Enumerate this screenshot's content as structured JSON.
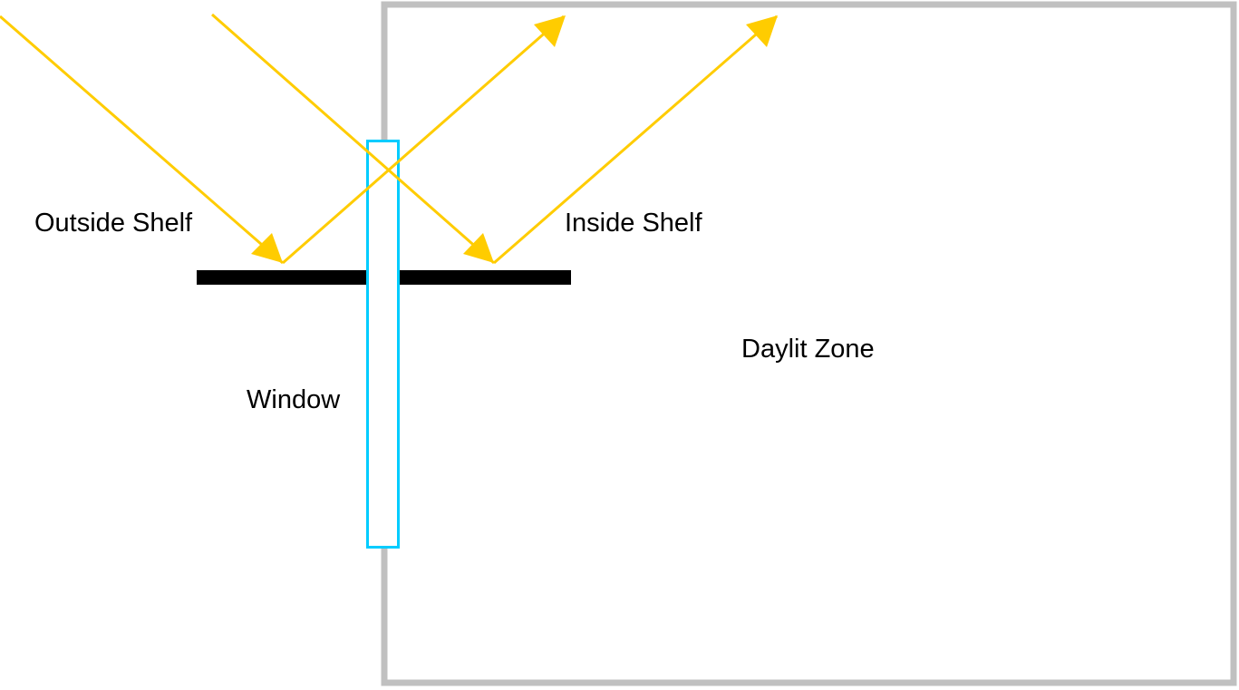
{
  "labels": {
    "outside_shelf": "Outside Shelf",
    "inside_shelf": "Inside Shelf",
    "daylit_zone": "Daylit Zone",
    "window": "Window"
  },
  "colors": {
    "ray": "#ffcc00",
    "window": "#00ccff",
    "wall": "#c0c0c0",
    "shelf": "#000000"
  }
}
